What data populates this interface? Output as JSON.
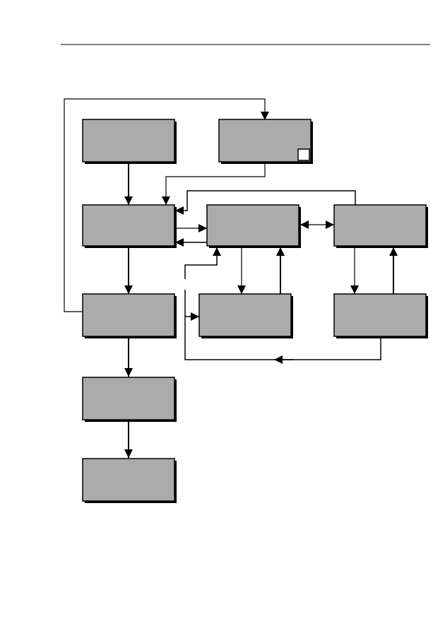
{
  "page": {
    "title": "",
    "has_header_rule": true
  },
  "colors": {
    "box_fill": "#ababab",
    "line": "#000000",
    "shadow": "#000000",
    "indicator_fill": "#ffffff",
    "background": "#ffffff"
  },
  "nodes": [
    {
      "id": "n1",
      "label": ""
    },
    {
      "id": "n2",
      "label": "",
      "has_indicator": true
    },
    {
      "id": "n3",
      "label": ""
    },
    {
      "id": "n4",
      "label": ""
    },
    {
      "id": "n5",
      "label": ""
    },
    {
      "id": "n6",
      "label": ""
    },
    {
      "id": "n7",
      "label": ""
    },
    {
      "id": "n8",
      "label": ""
    },
    {
      "id": "n9",
      "label": ""
    },
    {
      "id": "n10",
      "label": ""
    }
  ],
  "connections": [
    {
      "from": "n6",
      "to": "n2",
      "kind": "single"
    },
    {
      "from": "n1",
      "to": "n3",
      "kind": "single"
    },
    {
      "from": "n2",
      "to": "n3",
      "kind": "single"
    },
    {
      "from": "n5",
      "to": "n3",
      "kind": "single"
    },
    {
      "from": "n3",
      "to": "n4",
      "kind": "single"
    },
    {
      "from": "n4",
      "to": "n3",
      "kind": "single"
    },
    {
      "from": "n4",
      "to": "n5",
      "kind": "bidirectional"
    },
    {
      "from": "n3",
      "to": "n6",
      "kind": "single"
    },
    {
      "from": "n4",
      "to": "n7",
      "kind": "single"
    },
    {
      "from": "n7",
      "to": "n4",
      "kind": "single"
    },
    {
      "from": "n5",
      "to": "n8",
      "kind": "single"
    },
    {
      "from": "n8",
      "to": "n5",
      "kind": "single"
    },
    {
      "from": "n8",
      "to": "n7",
      "kind": "single"
    },
    {
      "from": "n7",
      "to": "n4",
      "kind": "single"
    },
    {
      "from": "n6",
      "to": "n9",
      "kind": "single"
    },
    {
      "from": "n9",
      "to": "n10",
      "kind": "single"
    }
  ]
}
